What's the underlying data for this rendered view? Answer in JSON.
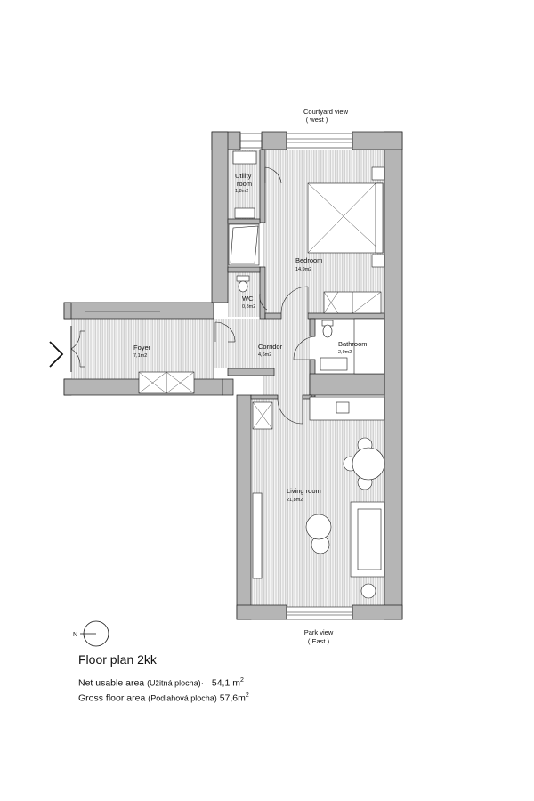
{
  "views": {
    "top_line1": "Courtyard view",
    "top_line2": "( west )",
    "bottom_line1": "Park view",
    "bottom_line2": "( East )"
  },
  "compass": {
    "label": "N"
  },
  "rooms": {
    "utility": {
      "name_line1": "Utility",
      "name_line2": "room",
      "area": "1,8m2"
    },
    "bedroom": {
      "name": "Bedroom",
      "area": "14,9m2"
    },
    "wc": {
      "name": "WC",
      "area": "0,8m2"
    },
    "foyer": {
      "name": "Foyer",
      "area": "7,1m2"
    },
    "corridor": {
      "name": "Corridor",
      "area": "4,6m2"
    },
    "bathroom": {
      "name": "Bathroom",
      "area": "2,9m2"
    },
    "living": {
      "name": "Living room",
      "area": "21,8m2"
    }
  },
  "legend": {
    "title": "Floor plan  2kk",
    "net_label": "Net usable area",
    "net_note": "(Užitná plocha)",
    "net_value": "54,1 m",
    "gross_label": "Gross floor area",
    "gross_note": "(Podlahová plocha)",
    "gross_value": "57,6m",
    "unit_sup": "2"
  },
  "colors": {
    "wall": "#b5b5b5",
    "hatch": "#8f8f8f",
    "line": "#1a1a1a"
  }
}
